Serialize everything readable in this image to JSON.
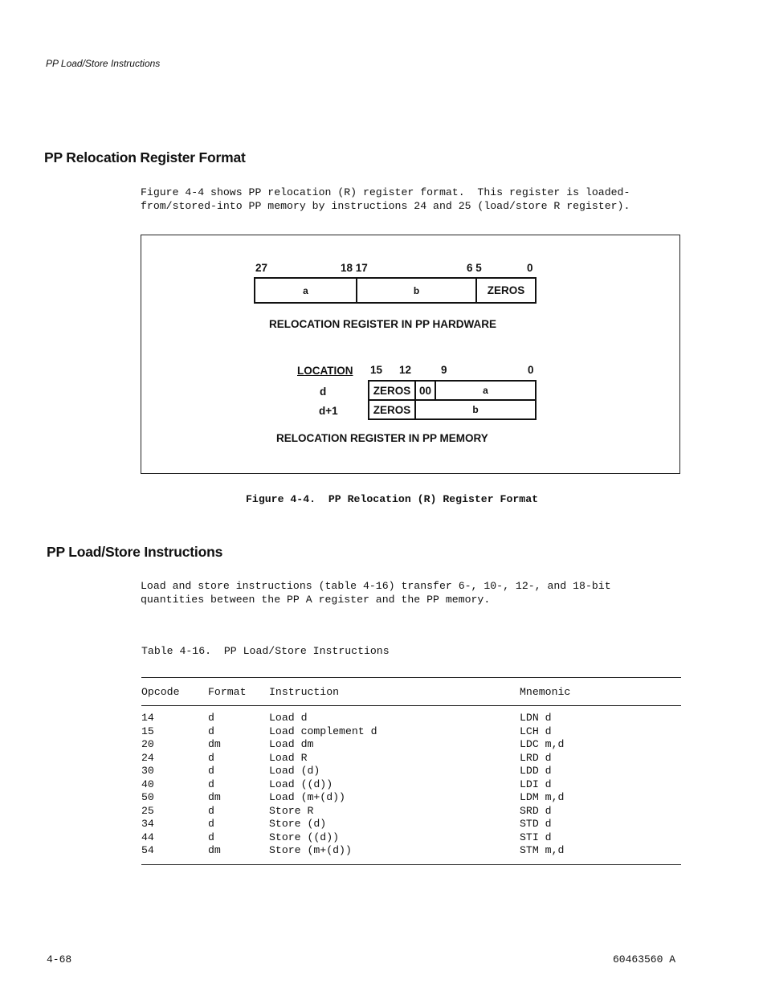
{
  "running_head": "PP Load/Store Instructions",
  "section1": {
    "title": "PP Relocation Register Format",
    "paragraph_lines": [
      "Figure 4-4 shows PP relocation (R) register format.  This register is loaded-",
      "from/stored-into PP memory by instructions 24 and 25 (load/store R register)."
    ]
  },
  "figure": {
    "hardware": {
      "bits": [
        "27",
        "18 17",
        "6 5",
        "0"
      ],
      "fields": [
        "a",
        "b",
        "ZEROS"
      ],
      "caption": "RELOCATION REGISTER IN PP HARDWARE"
    },
    "memory": {
      "location_label": "LOCATION",
      "bits": [
        "15",
        "12",
        "9",
        "0"
      ],
      "rows": [
        {
          "location": "d",
          "fields": [
            "ZEROS",
            "00",
            "a"
          ]
        },
        {
          "location": "d+1",
          "fields": [
            "ZEROS",
            "b"
          ]
        }
      ],
      "caption": "RELOCATION REGISTER IN PP MEMORY"
    },
    "caption": "Figure 4-4.  PP Relocation (R) Register Format"
  },
  "section2": {
    "title": "PP Load/Store Instructions",
    "paragraph_lines": [
      "Load and store instructions (table 4-16) transfer 6-, 10-, 12-, and 18-bit",
      "quantities between the PP A register and the PP memory."
    ]
  },
  "table": {
    "caption": "Table 4-16.  PP Load/Store Instructions",
    "headers": [
      "Opcode",
      "Format",
      "Instruction",
      "Mnemonic"
    ],
    "rows": [
      [
        "14",
        "d",
        "Load d",
        "LDN d"
      ],
      [
        "15",
        "d",
        "Load complement d",
        "LCH d"
      ],
      [
        "20",
        "dm",
        "Load dm",
        "LDC m,d"
      ],
      [
        "24",
        "d",
        "Load R",
        "LRD d"
      ],
      [
        "30",
        "d",
        "Load (d)",
        "LDD d"
      ],
      [
        "40",
        "d",
        "Load ((d))",
        "LDI d"
      ],
      [
        "50",
        "dm",
        "Load (m+(d))",
        "LDM m,d"
      ],
      [
        "25",
        "d",
        "Store R",
        "SRD d"
      ],
      [
        "34",
        "d",
        "Store (d)",
        "STD d"
      ],
      [
        "44",
        "d",
        "Store ((d))",
        "STI d"
      ],
      [
        "54",
        "dm",
        "Store (m+(d))",
        "STM m,d"
      ]
    ]
  },
  "footer": {
    "page_number": "4-68",
    "doc_number": "60463560 A"
  }
}
